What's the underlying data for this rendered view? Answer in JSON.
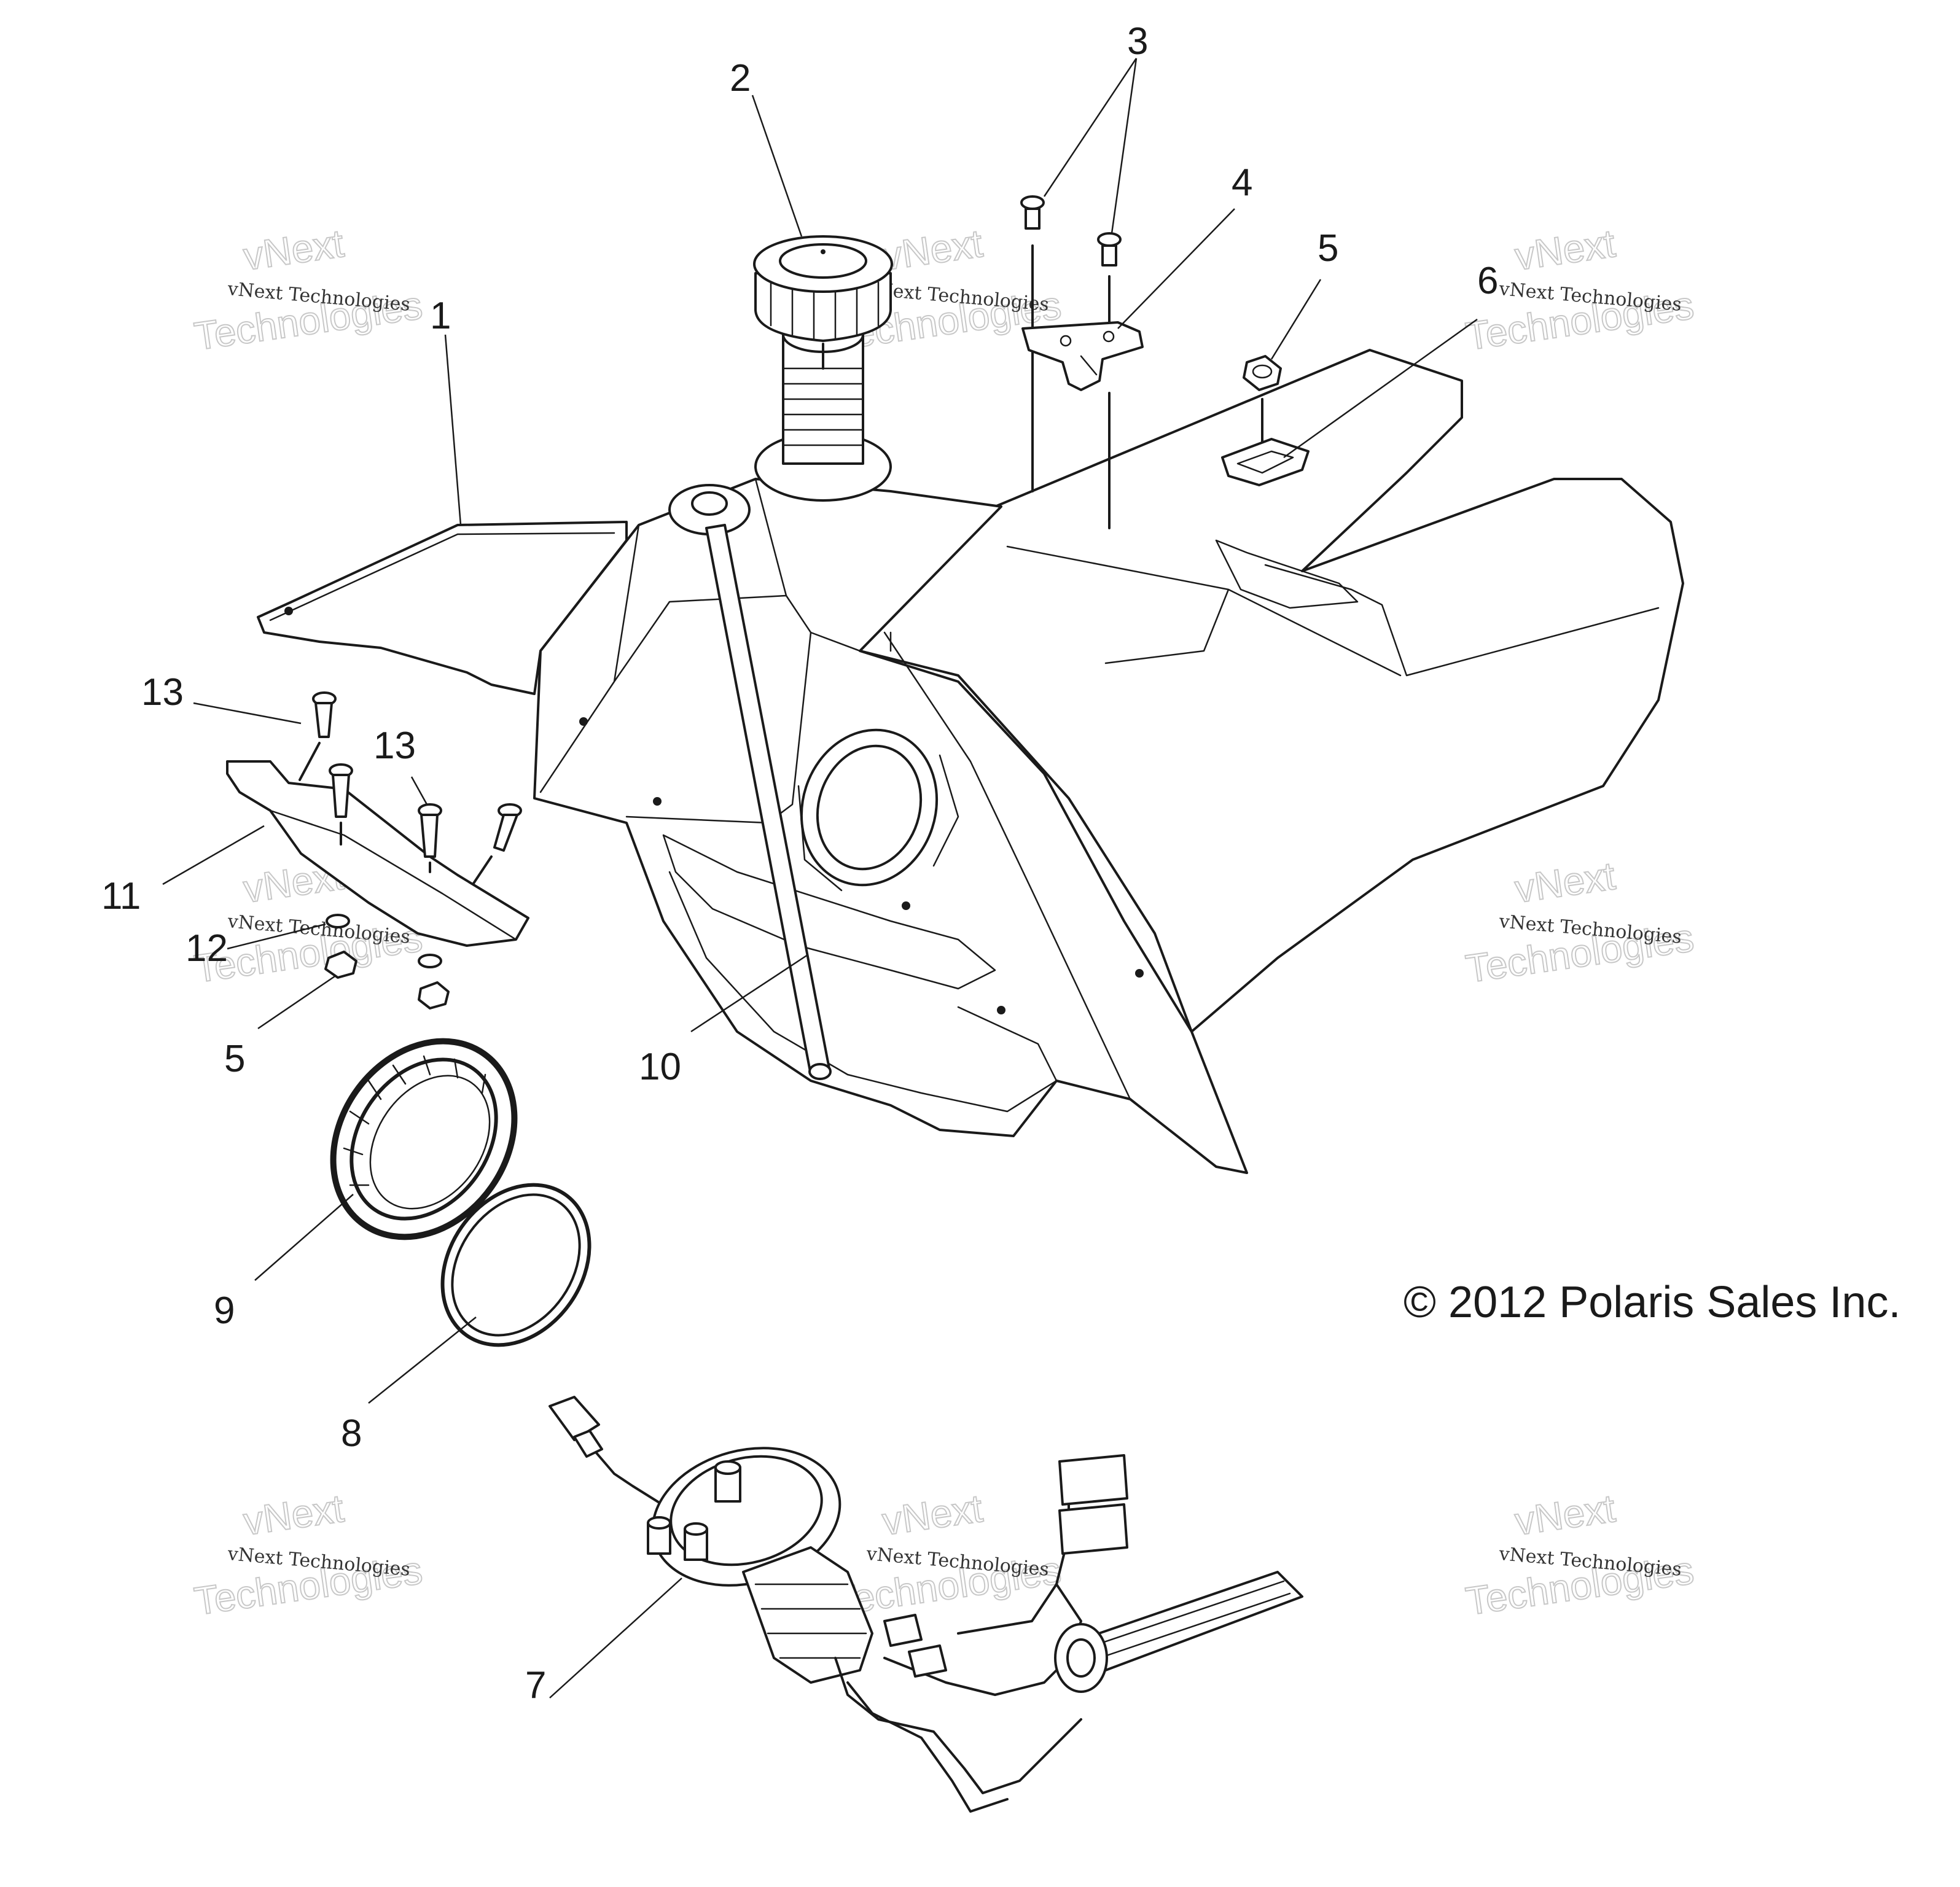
{
  "diagram": {
    "callouts": [
      "1",
      "2",
      "3",
      "4",
      "5",
      "6",
      "7",
      "8",
      "9",
      "10",
      "11",
      "12",
      "13"
    ],
    "copyright": "© 2012 Polaris Sales Inc.",
    "watermark": {
      "line1": "vNext Technologies",
      "line2": "vNext",
      "line3": "Technologies"
    }
  }
}
